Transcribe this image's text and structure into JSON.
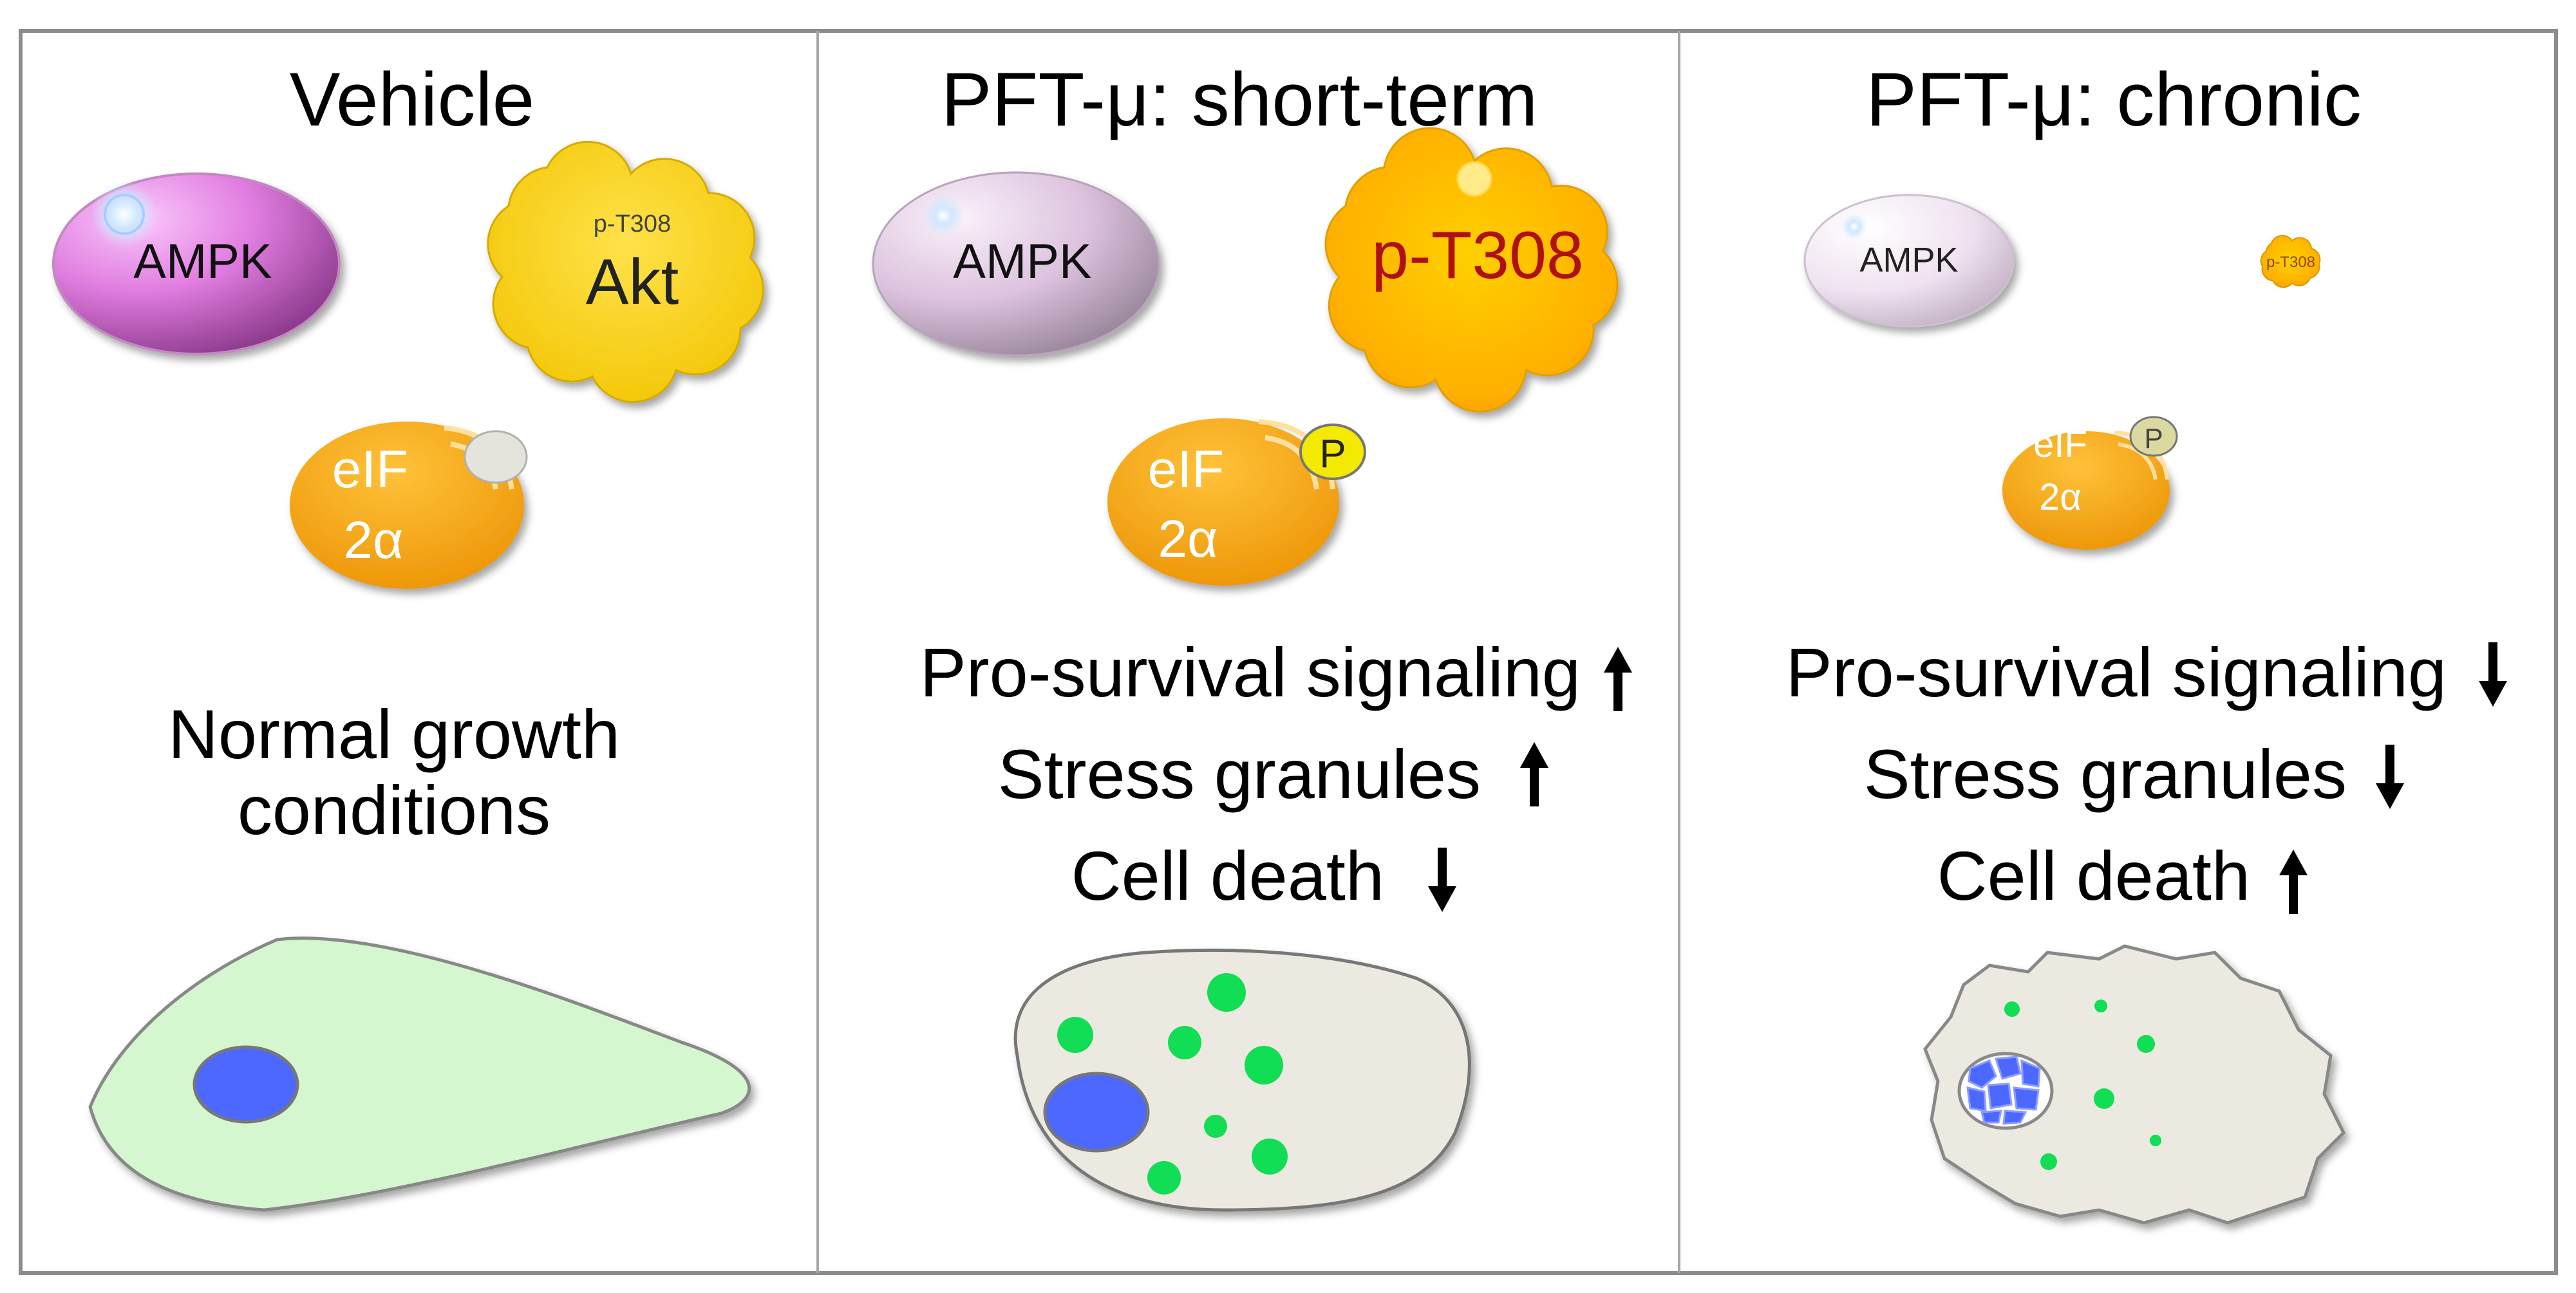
{
  "panels": [
    {
      "title": "Vehicle",
      "ampk_label": "AMPK",
      "akt_small_label": "p-T308",
      "akt_label": "Akt",
      "eif_line1": "eIF",
      "eif_line2": "2α",
      "condition_line1": "Normal growth",
      "condition_line2": "conditions"
    },
    {
      "title": "PFT-μ: short-term",
      "ampk_label": "AMPK",
      "akt_label": "p-T308",
      "eif_line1": "eIF",
      "eif_line2": "2α",
      "phospho_label": "P",
      "effects": [
        {
          "label": "Pro-survival signaling",
          "direction": "up"
        },
        {
          "label": "Stress granules",
          "direction": "up"
        },
        {
          "label": "Cell death",
          "direction": "down"
        }
      ]
    },
    {
      "title": "PFT-μ: chronic",
      "ampk_label": "AMPK",
      "akt_label": "p-T308",
      "eif_line1": "eIF",
      "eif_line2": "2α",
      "phospho_label": "P",
      "effects": [
        {
          "label": "Pro-survival signaling",
          "direction": "down"
        },
        {
          "label": "Stress granules",
          "direction": "down"
        },
        {
          "label": "Cell death",
          "direction": "up"
        }
      ]
    }
  ],
  "colors": {
    "border": "#8c8c8c",
    "ampk_vivid": "#d66ad6",
    "ampk_pale": "#dcc1de",
    "akt": "#f7cd00",
    "eif": "#f5a000",
    "phospho": "#f4ea00",
    "cell_normal": "#d5f7cf",
    "cell_stressed": "#eceae0",
    "nucleus": "#4c68ff",
    "granule": "#11dd55"
  }
}
